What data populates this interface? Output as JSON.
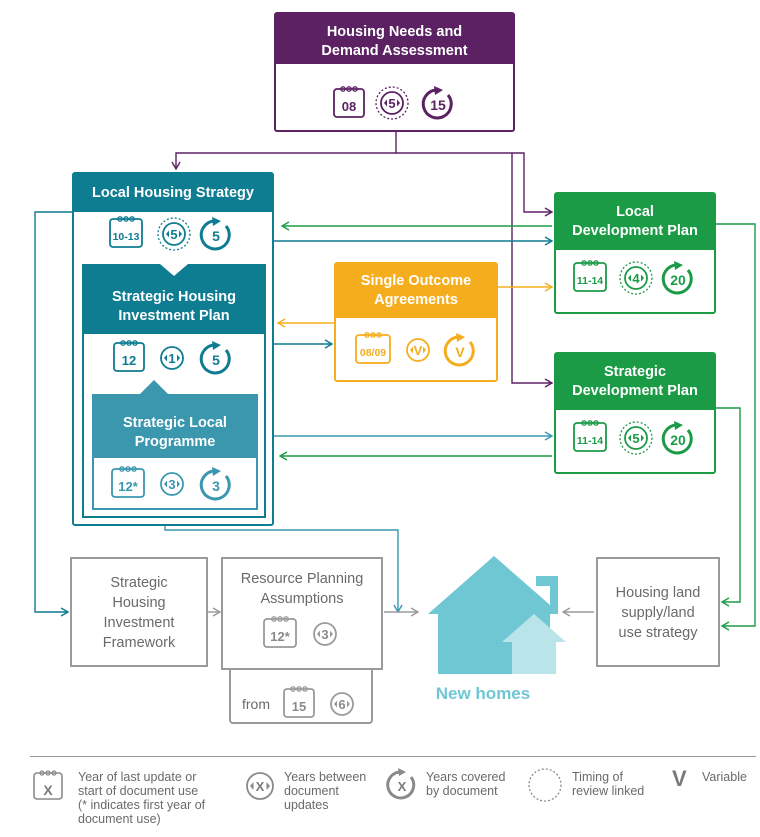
{
  "colors": {
    "purple": "#5b2163",
    "teal_dark": "#0e7c91",
    "teal_mid": "#3a97ae",
    "teal_light": "#6fc7d3",
    "green": "#1c9b47",
    "orange": "#f5ad1d",
    "grey": "#9a9a9a"
  },
  "hnda": {
    "title_line1": "Housing Needs and",
    "title_line2": "Demand Assessment",
    "year": "08",
    "between": "5",
    "covered": "15"
  },
  "lhs": {
    "title": "Local Housing Strategy",
    "year": "10-13",
    "between": "5",
    "covered": "5"
  },
  "ship": {
    "title_line1": "Strategic Housing",
    "title_line2": "Investment Plan",
    "year": "12",
    "between": "1",
    "covered": "5"
  },
  "slp": {
    "title_line1": "Strategic Local",
    "title_line2": "Programme",
    "year": "12*",
    "between": "3",
    "covered": "3"
  },
  "soa": {
    "title_line1": "Single Outcome",
    "title_line2": "Agreements",
    "year": "08/09",
    "between": "V",
    "covered": "V"
  },
  "ldp": {
    "title_line1": "Local",
    "title_line2": "Development Plan",
    "year": "11-14",
    "between": "4",
    "covered": "20"
  },
  "sdp": {
    "title_line1": "Strategic",
    "title_line2": "Development Plan",
    "year": "11-14",
    "between": "5",
    "covered": "20"
  },
  "shif": {
    "line1": "Strategic",
    "line2": "Housing",
    "line3": "Investment",
    "line4": "Framework"
  },
  "rpa": {
    "line1": "Resource Planning",
    "line2": "Assumptions",
    "year": "12*",
    "between": "3",
    "from_label": "from",
    "from_year": "15",
    "from_between": "6"
  },
  "homes": {
    "label": "New homes"
  },
  "hls": {
    "line1": "Housing land",
    "line2": "supply/land",
    "line3": "use strategy"
  },
  "legend": {
    "calendar_symbol": "X",
    "calendar_text_1": "Year of last update or",
    "calendar_text_2": "start of document use",
    "calendar_text_3": "(* indicates first year of",
    "calendar_text_4": "document use)",
    "between_symbol": "X",
    "between_text_1": "Years between",
    "between_text_2": "document",
    "between_text_3": "updates",
    "covered_symbol": "X",
    "covered_text_1": "Years covered",
    "covered_text_2": "by document",
    "timing_text_1": "Timing of",
    "timing_text_2": "review linked",
    "variable_symbol": "V",
    "variable_text": "Variable"
  }
}
